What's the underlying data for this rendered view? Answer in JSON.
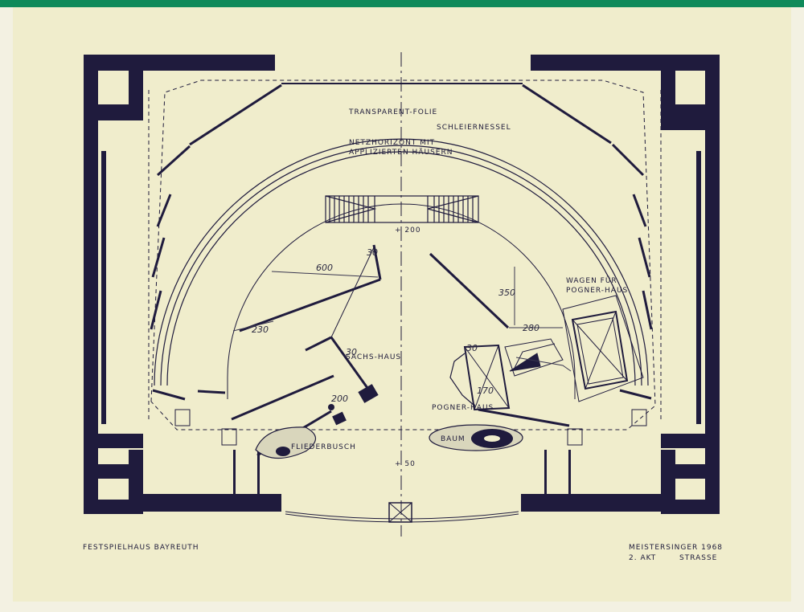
{
  "colors": {
    "ink": "#1f1b3d",
    "paper": "#f0edcc",
    "background": "#f3f1e2",
    "topbar": "#0f8a5a"
  },
  "labels": {
    "transparent": "TRANSPARENT-FOLIE",
    "schleier": "SCHLEIERNESSEL",
    "netz1": "NETZHORIZONT MIT",
    "netz2": "APPLIZIERTEN HÄUSERN",
    "plus200": "+ 200",
    "plus50": "+ 50",
    "sachs": "SACHS-HAUS",
    "wagen1": "WAGEN FÜR",
    "wagen2": "POGNER-HAUS",
    "pogner": "POGNER-HAUS",
    "baum": "BAUM",
    "flieder": "FLIEDERBUSCH",
    "venue": "FESTSPIELHAUS BAYREUTH",
    "title1": "MEISTERSINGER 1968",
    "title2_a": "2. AKT",
    "title2_b": "STRASSE"
  },
  "annotations": {
    "d600": "600",
    "d30a": "30",
    "d230": "230",
    "d30b": "30",
    "d200": "200",
    "d350": "350",
    "d280": "280",
    "d30c": "30",
    "d170": "170"
  }
}
